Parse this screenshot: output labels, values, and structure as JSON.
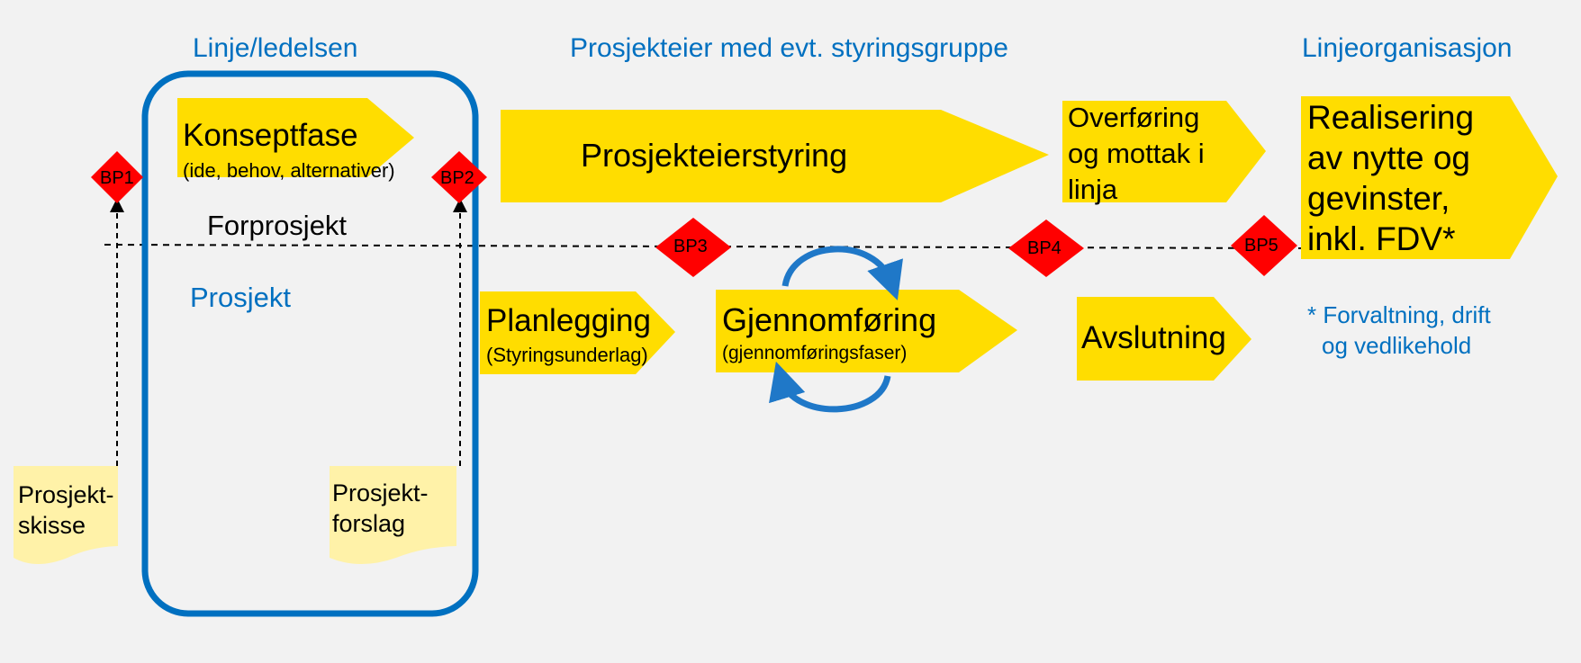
{
  "colors": {
    "background": "#f2f2f2",
    "arrow_fill": "#ffdd00",
    "note_fill": "#fff2a8",
    "decision_fill": "#ff0000",
    "accent_blue": "#0070c0",
    "text": "#000000"
  },
  "headers": {
    "line_management": "Linje/ledelsen",
    "project_owner": "Prosjekteier med evt. styringsgruppe",
    "line_organisation": "Linjeorganisasjon"
  },
  "labels": {
    "forprosjekt": "Forprosjekt",
    "prosjekt": "Prosjekt"
  },
  "phases": {
    "konseptfase": {
      "title": "Konseptfase",
      "subtitle": "(ide, behov, alternativer)"
    },
    "prosjekteierstyring": {
      "title": "Prosjekteierstyring"
    },
    "overforing": {
      "line1": "Overføring",
      "line2": "og mottak i",
      "line3": "linja"
    },
    "realisering": {
      "line1": "Realisering",
      "line2": "av nytte og",
      "line3": "gevinster,",
      "line4": "inkl. FDV*"
    },
    "planlegging": {
      "title": "Planlegging",
      "subtitle": "(Styringsunderlag)"
    },
    "gjennomforing": {
      "title": "Gjennomføring",
      "subtitle": "(gjennomføringsfaser)"
    },
    "avslutning": {
      "title": "Avslutning"
    }
  },
  "decision_points": [
    "BP1",
    "BP2",
    "BP3",
    "BP4",
    "BP5"
  ],
  "notes": {
    "prosjektskisse": {
      "line1": "Prosjekt-",
      "line2": "skisse"
    },
    "prosjektforslag": {
      "line1": "Prosjekt-",
      "line2": "forslag"
    }
  },
  "footnote": {
    "line1": "* Forvaltning, drift",
    "line2": "og vedlikehold"
  }
}
